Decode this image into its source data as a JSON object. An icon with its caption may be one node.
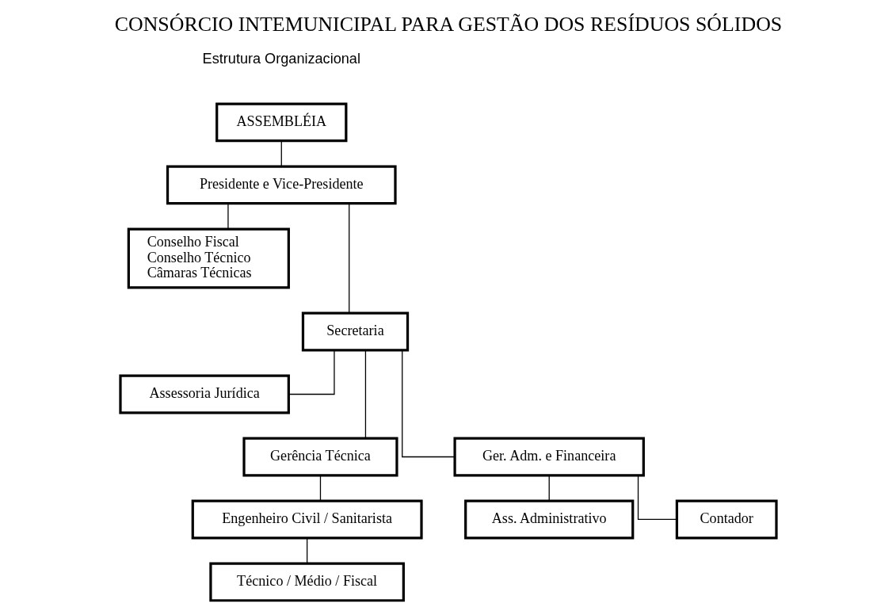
{
  "diagram": {
    "title": "CONSÓRCIO INTEMUNICIPAL PARA GESTÃO DOS RESÍDUOS SÓLIDOS",
    "nodes": [
      {
        "text": [
          "ASSEMBLÉIA"
        ]
      },
      {
        "text": [
          "Presidente e Vice-Presidente"
        ]
      },
      {
        "text": [
          "Conselho Fiscal",
          "Conselho Técnico",
          "Câmaras Técnicas"
        ]
      },
      {
        "text": [
          "Secretaria"
        ]
      },
      {
        "text": [
          "Assessoria Jurídica"
        ]
      },
      {
        "text": [
          "Gerência Técnica"
        ]
      },
      {
        "text": [
          "Ger. Adm. e Financeira"
        ]
      },
      {
        "text": [
          "Engenheiro Civil / Sanitarista"
        ]
      },
      {
        "text": [
          "Técnico / Médio / Fiscal"
        ]
      },
      {
        "text": [
          "Ass. Administrativo"
        ]
      },
      {
        "text": [
          "Contador"
        ]
      }
    ],
    "edges": [
      {
        "from": 0,
        "to": 1,
        "arrow": "none"
      },
      {
        "from": 1,
        "to": 2,
        "arrow": "none"
      },
      {
        "from": 1,
        "to": 3,
        "arrow": "none"
      },
      {
        "from": 3,
        "to": 4,
        "arrow": "none"
      },
      {
        "from": 3,
        "to": 5,
        "arrow": "none"
      },
      {
        "from": 3,
        "to": 6,
        "arrow": "none"
      },
      {
        "from": 5,
        "to": 7,
        "arrow": "none"
      },
      {
        "from": 7,
        "to": 8,
        "arrow": "none"
      },
      {
        "from": 6,
        "to": 9,
        "arrow": "none"
      },
      {
        "from": 6,
        "to": 10,
        "arrow": "none"
      }
    ],
    "labels": [
      "Estrutura Organizacional"
    ]
  }
}
